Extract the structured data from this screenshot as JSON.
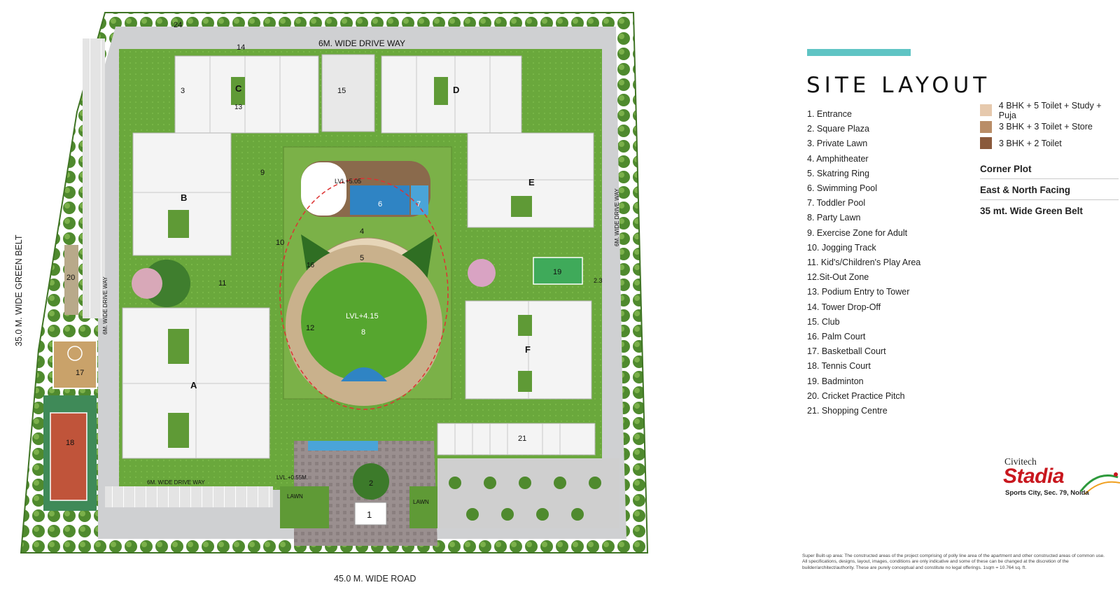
{
  "title": "SITE LAYOUT",
  "legend": [
    "1. Entrance",
    "2. Square Plaza",
    "3. Private Lawn",
    "4. Amphitheater",
    "5. Skatring Ring",
    "6. Swimming Pool",
    "7. Toddler Pool",
    "8. Party Lawn",
    "9. Exercise Zone for Adult",
    "10. Jogging Track",
    "11. Kid's/Children's Play Area",
    "12.Sit-Out Zone",
    "13. Podium Entry to Tower",
    "14. Tower Drop-Off",
    "15. Club",
    "16. Palm Court",
    "17. Basketball Court",
    "18. Tennis Court",
    "19. Badminton",
    "20. Cricket Practice Pitch",
    "21.  Shopping Centre"
  ],
  "unit_types": [
    {
      "label": "4 BHK + 5 Toilet + Study + Puja",
      "color": "#e6c9ad"
    },
    {
      "label": "3 BHK + 3 Toilet + Store",
      "color": "#b98d67"
    },
    {
      "label": "3 BHK + 2 Toilet",
      "color": "#8a5a3c"
    }
  ],
  "features": [
    "Corner Plot",
    "East & North Facing",
    "35 mt. Wide Green Belt"
  ],
  "brand": {
    "small": "Civitech",
    "big": "Stadia",
    "sub": "Sports City, Sec. 79, Noida"
  },
  "disclaimer": "Super Built-up area: The constructed areas of the project comprising of polly line area of the apartment and other constructed areas of common use. All specifications, designs, layout, images, conditions are only indicative and some of these can be changed at the discretion of the builder/architect/authority. These are purely conceptual and constitute no legal offerings.  1sqm = 10.764 sq. ft.",
  "map_labels": {
    "top_drive": "6M. WIDE DRIVE WAY",
    "left_drive": "6M. WIDE DRIVE WAY",
    "right_drive": "6M. WIDE DRIVE WAY",
    "bottom_drive": "6M. WIDE DRIVE WAY",
    "bottom_road": "45.0 M. WIDE ROAD",
    "left_belt": "35.0 M. WIDE GREEN BELT",
    "lvl_pool": "LVL+5.05",
    "lvl_lawn": "LVL+4.15",
    "lvl_entry": "LVL.+0.55M.",
    "lawn": "LAWN",
    "towers": [
      "A",
      "B",
      "C",
      "D",
      "E",
      "F"
    ],
    "n1": "1",
    "n2": "2",
    "n3": "3",
    "n4": "4",
    "n5": "5",
    "n6": "6",
    "n7": "7",
    "n8": "8",
    "n9": "9",
    "n10": "10",
    "n11": "11",
    "n12": "12",
    "n13": "13",
    "n14": "14",
    "n15": "15",
    "n16": "16",
    "n17": "17",
    "n18": "18",
    "n19": "19",
    "n20": "20",
    "n21": "21",
    "n23": "2.3",
    "n24": "24"
  }
}
